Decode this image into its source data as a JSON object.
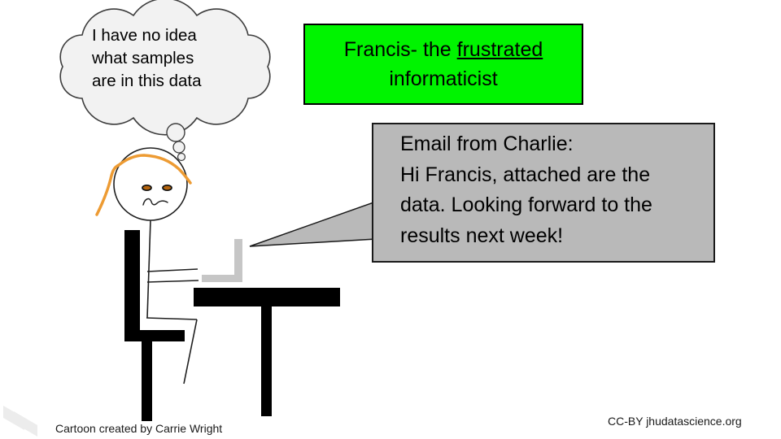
{
  "title_box": {
    "line1_prefix": "Francis- the ",
    "line1_underlined": "frustrated",
    "line2": "informaticist"
  },
  "thought_bubble": {
    "line1": "I have no idea",
    "line2": "what samples",
    "line3": "are in this data"
  },
  "speech_bubble": {
    "line1": "Email from Charlie:",
    "line2": "Hi Francis, attached are the",
    "line3": "data. Looking forward to the",
    "line4": "results next week!"
  },
  "footer": {
    "credit": "Cartoon created by Carrie Wright",
    "license": "CC-BY jhudatascience.org"
  },
  "colors": {
    "title_green": "#00f400",
    "bubble_gray": "#b9b9b9",
    "laptop_gray": "#c6c6c6",
    "cloud_gray": "#f2f2f2",
    "hair_orange": "#ED9B33",
    "eye_orange": "#b5650f",
    "watermark_gray": "#ececec",
    "ink_black": "#000000"
  }
}
